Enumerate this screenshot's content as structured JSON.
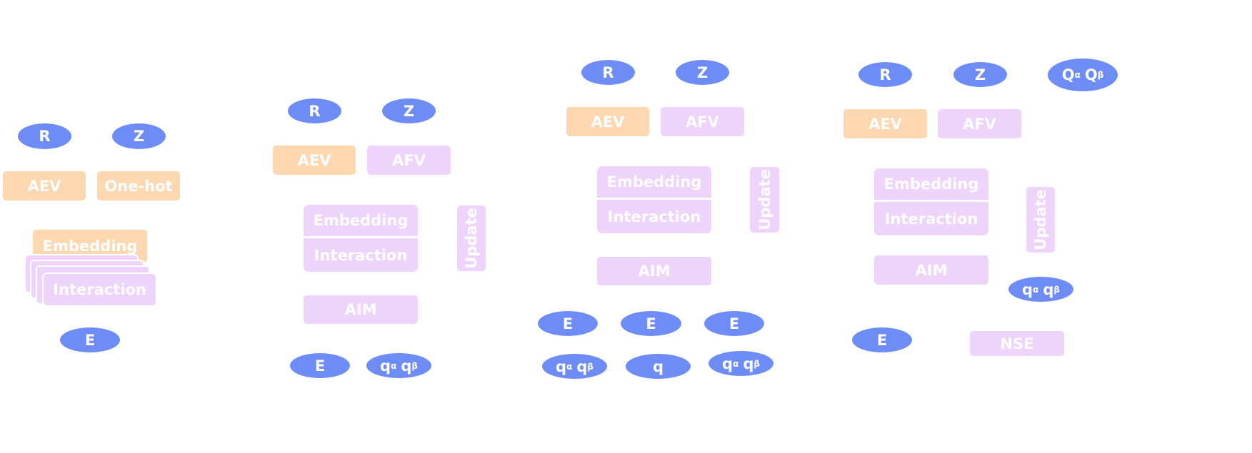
{
  "labels": {
    "r": "R",
    "z": "Z",
    "aev": "AEV",
    "afv": "AFV",
    "one_hot": "One-hot",
    "embedding": "Embedding",
    "interaction": "Interaction",
    "update": "Update",
    "aim": "AIM",
    "e": "E",
    "q": "q",
    "capital_q": "Q",
    "alpha": "α",
    "beta": "β",
    "nse": "NSE"
  },
  "colors": {
    "oval": "#6d8cf6",
    "aev": "#fcd7b0",
    "module": "#eed3fb",
    "text": "#ffffff"
  }
}
